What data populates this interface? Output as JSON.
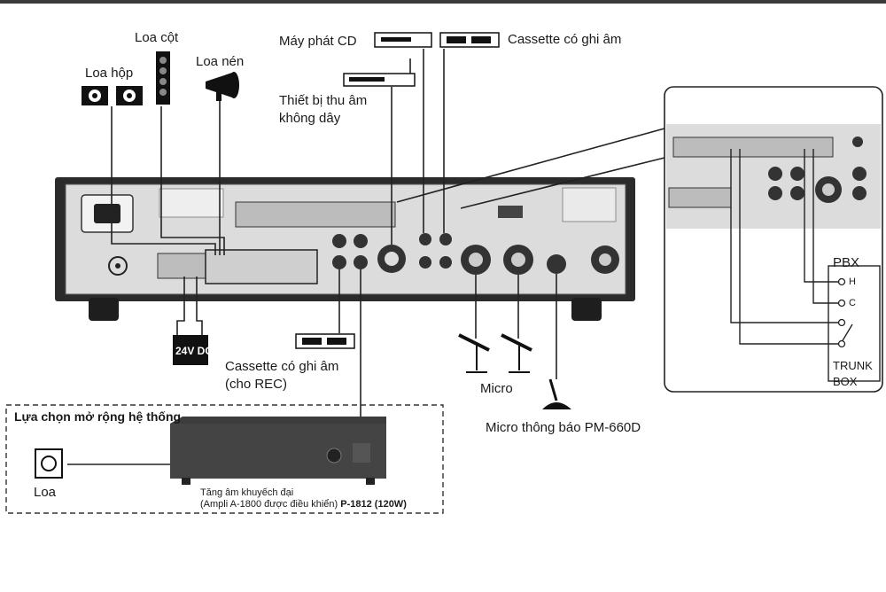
{
  "labels": {
    "loa_cot": "Loa cột",
    "loa_hop": "Loa hộp",
    "loa_nen": "Loa nén",
    "may_phat_cd": "Máy phát CD",
    "cassette_top": "Cassette có ghi âm",
    "thiet_bi_line1": "Thiết bị thu âm",
    "thiet_bi_line2": "không dây",
    "cassette_rec_line1": "Cassette có ghi âm",
    "cassette_rec_line2": "(cho REC)",
    "micro": "Micro",
    "micro_pm": "Micro thông báo PM-660D",
    "power": "24V DC",
    "pbx": "PBX",
    "pbx_h": "H",
    "pbx_c": "C",
    "trunk_line1": "TRUNK",
    "trunk_line2": "BOX",
    "expansion_title": "Lựa chọn mở rộng hệ thống",
    "loa": "Loa",
    "amp_line1": "Tăng âm khuyếch đại",
    "amp_line2_a": "(Ampli A-1800 được điều khiển) ",
    "amp_line2_b": "P-1812 (120W)"
  },
  "colors": {
    "panel": "#d9d9d9",
    "panel_dark": "#2b2b2b",
    "line": "#222222",
    "amp_body": "#3c3c3c"
  },
  "icons": [
    "speaker-box-icon",
    "column-speaker-icon",
    "horn-speaker-icon",
    "cd-player-icon",
    "cassette-deck-icon",
    "wireless-receiver-icon",
    "microphone-icon",
    "paging-microphone-icon",
    "power-supply-icon",
    "amplifier-icon"
  ]
}
